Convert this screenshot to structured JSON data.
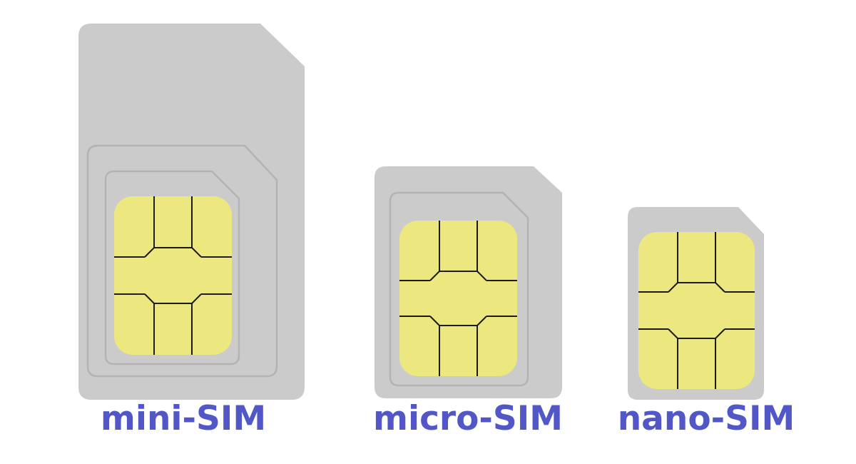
{
  "colors": {
    "background": "#ffffff",
    "card_body": "#cbcbcb",
    "card_cutout_outline": "#b3b3b3",
    "chip": "#ece87f",
    "chip_contact_line": "#1c1c0c",
    "label_text": "#5257c8"
  },
  "cards": [
    {
      "id": "mini",
      "label": "mini-SIM",
      "cutout_outlines": [
        "micro-SIM",
        "nano-SIM"
      ]
    },
    {
      "id": "micro",
      "label": "micro-SIM",
      "cutout_outlines": [
        "nano-SIM"
      ]
    },
    {
      "id": "nano",
      "label": "nano-SIM",
      "cutout_outlines": []
    }
  ]
}
